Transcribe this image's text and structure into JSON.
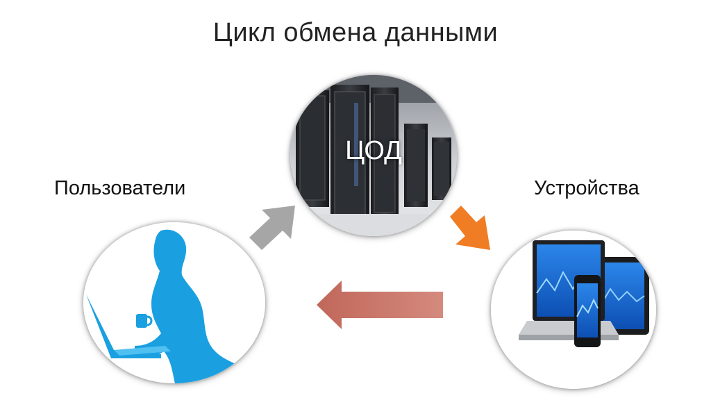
{
  "title": "Цикл обмена данными",
  "nodes": {
    "datacenter": {
      "label": "ЦОД",
      "image": "server-racks"
    },
    "users": {
      "label": "Пользователи",
      "image": "user-with-laptop-silhouette"
    },
    "devices": {
      "label": "Устройства",
      "image": "laptop-tablet-phone"
    }
  },
  "arrows": [
    {
      "from": "users",
      "to": "datacenter",
      "color": "#a6a6a6"
    },
    {
      "from": "datacenter",
      "to": "devices",
      "color": "#f07c24"
    },
    {
      "from": "devices",
      "to": "users",
      "color": "#c87465"
    }
  ],
  "colors": {
    "users_silhouette": "#1aa0e0",
    "screen_blue": "#1e6fd6"
  }
}
